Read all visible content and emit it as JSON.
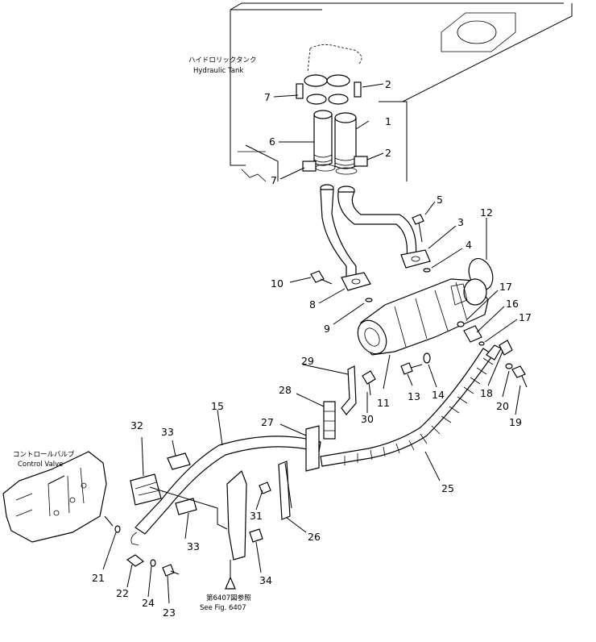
{
  "callouts": {
    "tank_jp": "ハイドロリックタンク",
    "tank_en": "Hydraulic Tank",
    "valve_jp": "コントロールバルブ",
    "valve_en": "Control Valve",
    "fig_ref_jp": "第6407図参照",
    "fig_ref_en": "See Fig. 6407"
  },
  "part_numbers": {
    "n1": "1",
    "n2a": "2",
    "n2b": "2",
    "n3": "3",
    "n4": "4",
    "n5": "5",
    "n6": "6",
    "n7a": "7",
    "n7b": "7",
    "n8": "8",
    "n9": "9",
    "n10": "10",
    "n11": "11",
    "n12": "12",
    "n13": "13",
    "n14": "14",
    "n15": "15",
    "n16": "16",
    "n17a": "17",
    "n17b": "17",
    "n18": "18",
    "n19": "19",
    "n20": "20",
    "n21": "21",
    "n22": "22",
    "n23": "23",
    "n24": "24",
    "n25": "25",
    "n26": "26",
    "n27": "27",
    "n28": "28",
    "n29": "29",
    "n30": "30",
    "n31": "31",
    "n32": "32",
    "n33a": "33",
    "n33b": "33",
    "n34": "34"
  }
}
